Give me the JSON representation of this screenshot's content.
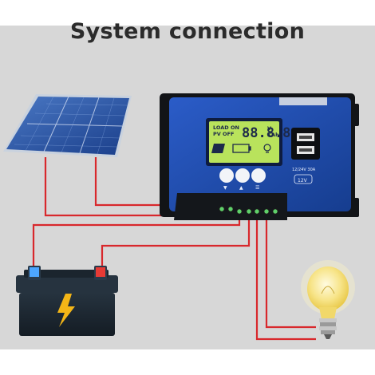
{
  "title": "System connection",
  "controller": {
    "lcd_load_label": "LOAD ON",
    "lcd_pv_label": "PV OFF",
    "lcd_digits": "88.8.8",
    "lcd_unit_v": "V",
    "lcd_unit_kah": "KAh",
    "spec_label": "12/24V 30A",
    "spec_badge": "12V",
    "button_symbols": [
      "▼",
      "▲",
      "☰"
    ]
  },
  "icons": [
    "solar-panel-icon",
    "battery-icon",
    "lightning-bolt-icon",
    "light-bulb-icon",
    "usb-port-icon"
  ],
  "colors": {
    "wire": "#d8282c",
    "controller_blue": "#1f47a8",
    "lcd_green": "#b9e35c",
    "battery_body": "#1c2834",
    "bolt": "#f4b617",
    "bulb": "#f7e488"
  }
}
